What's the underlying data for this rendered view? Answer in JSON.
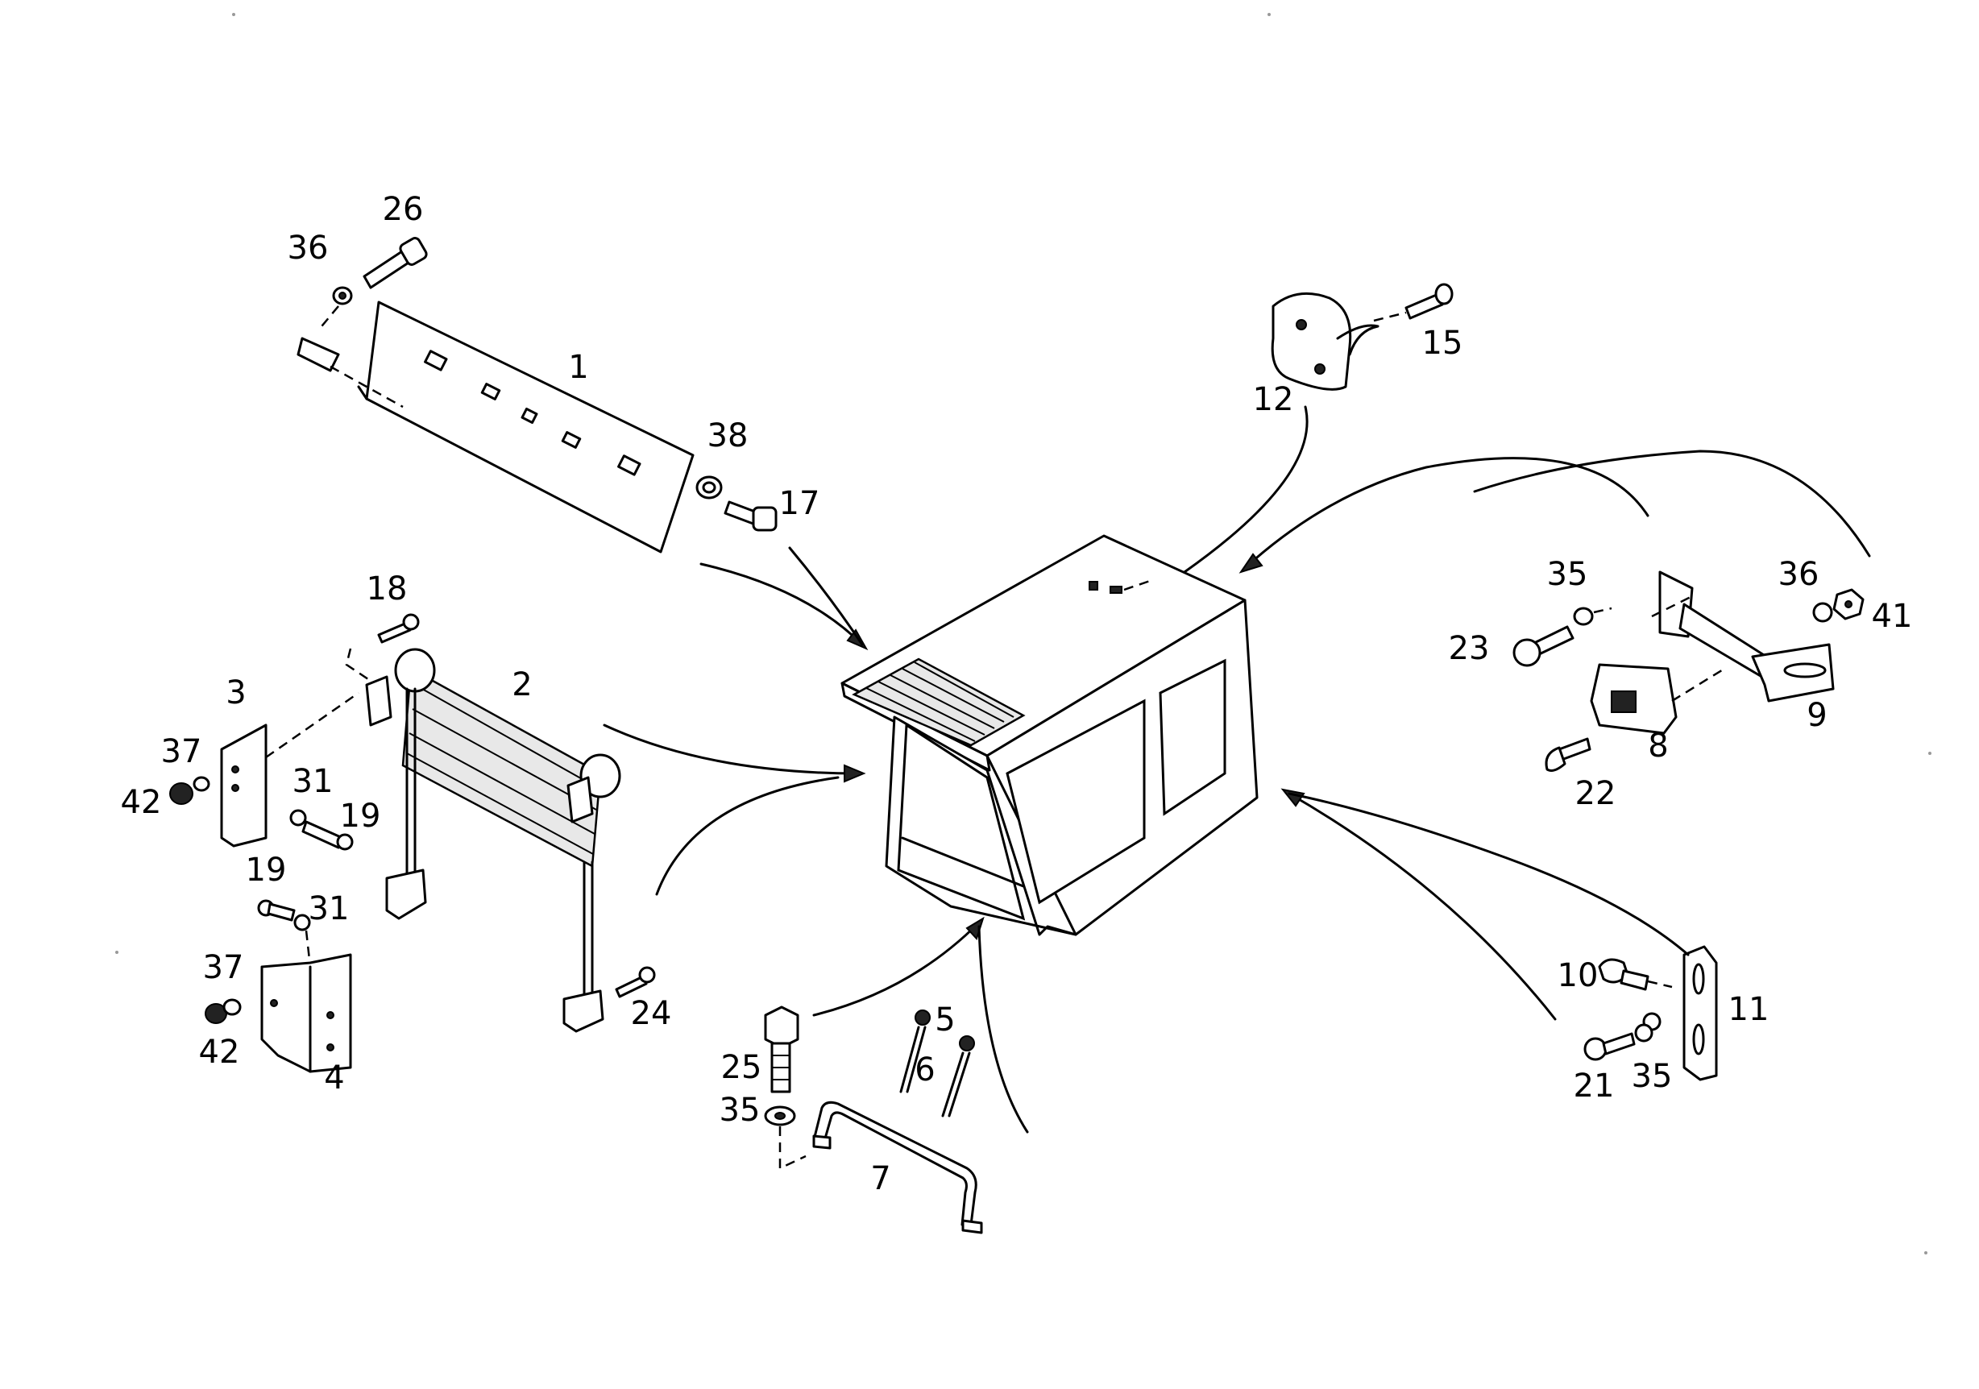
{
  "diagram": {
    "callouts": [
      {
        "id": "c1",
        "text": "1"
      },
      {
        "id": "c2",
        "text": "2"
      },
      {
        "id": "c3",
        "text": "3"
      },
      {
        "id": "c4",
        "text": "4"
      },
      {
        "id": "c5",
        "text": "5"
      },
      {
        "id": "c6",
        "text": "6"
      },
      {
        "id": "c7",
        "text": "7"
      },
      {
        "id": "c8",
        "text": "8"
      },
      {
        "id": "c9",
        "text": "9"
      },
      {
        "id": "c10",
        "text": "10"
      },
      {
        "id": "c11",
        "text": "11"
      },
      {
        "id": "c12",
        "text": "12"
      },
      {
        "id": "c15",
        "text": "15"
      },
      {
        "id": "c17",
        "text": "17"
      },
      {
        "id": "c18",
        "text": "18"
      },
      {
        "id": "c19a",
        "text": "19"
      },
      {
        "id": "c19b",
        "text": "19"
      },
      {
        "id": "c21",
        "text": "21"
      },
      {
        "id": "c22",
        "text": "22"
      },
      {
        "id": "c23",
        "text": "23"
      },
      {
        "id": "c24",
        "text": "24"
      },
      {
        "id": "c25",
        "text": "25"
      },
      {
        "id": "c26",
        "text": "26"
      },
      {
        "id": "c31a",
        "text": "31"
      },
      {
        "id": "c31b",
        "text": "31"
      },
      {
        "id": "c35a",
        "text": "35"
      },
      {
        "id": "c35b",
        "text": "35"
      },
      {
        "id": "c35c",
        "text": "35"
      },
      {
        "id": "c36a",
        "text": "36"
      },
      {
        "id": "c36b",
        "text": "36"
      },
      {
        "id": "c37a",
        "text": "37"
      },
      {
        "id": "c37b",
        "text": "37"
      },
      {
        "id": "c38",
        "text": "38"
      },
      {
        "id": "c41",
        "text": "41"
      },
      {
        "id": "c42a",
        "text": "42"
      },
      {
        "id": "c42b",
        "text": "42"
      }
    ]
  }
}
